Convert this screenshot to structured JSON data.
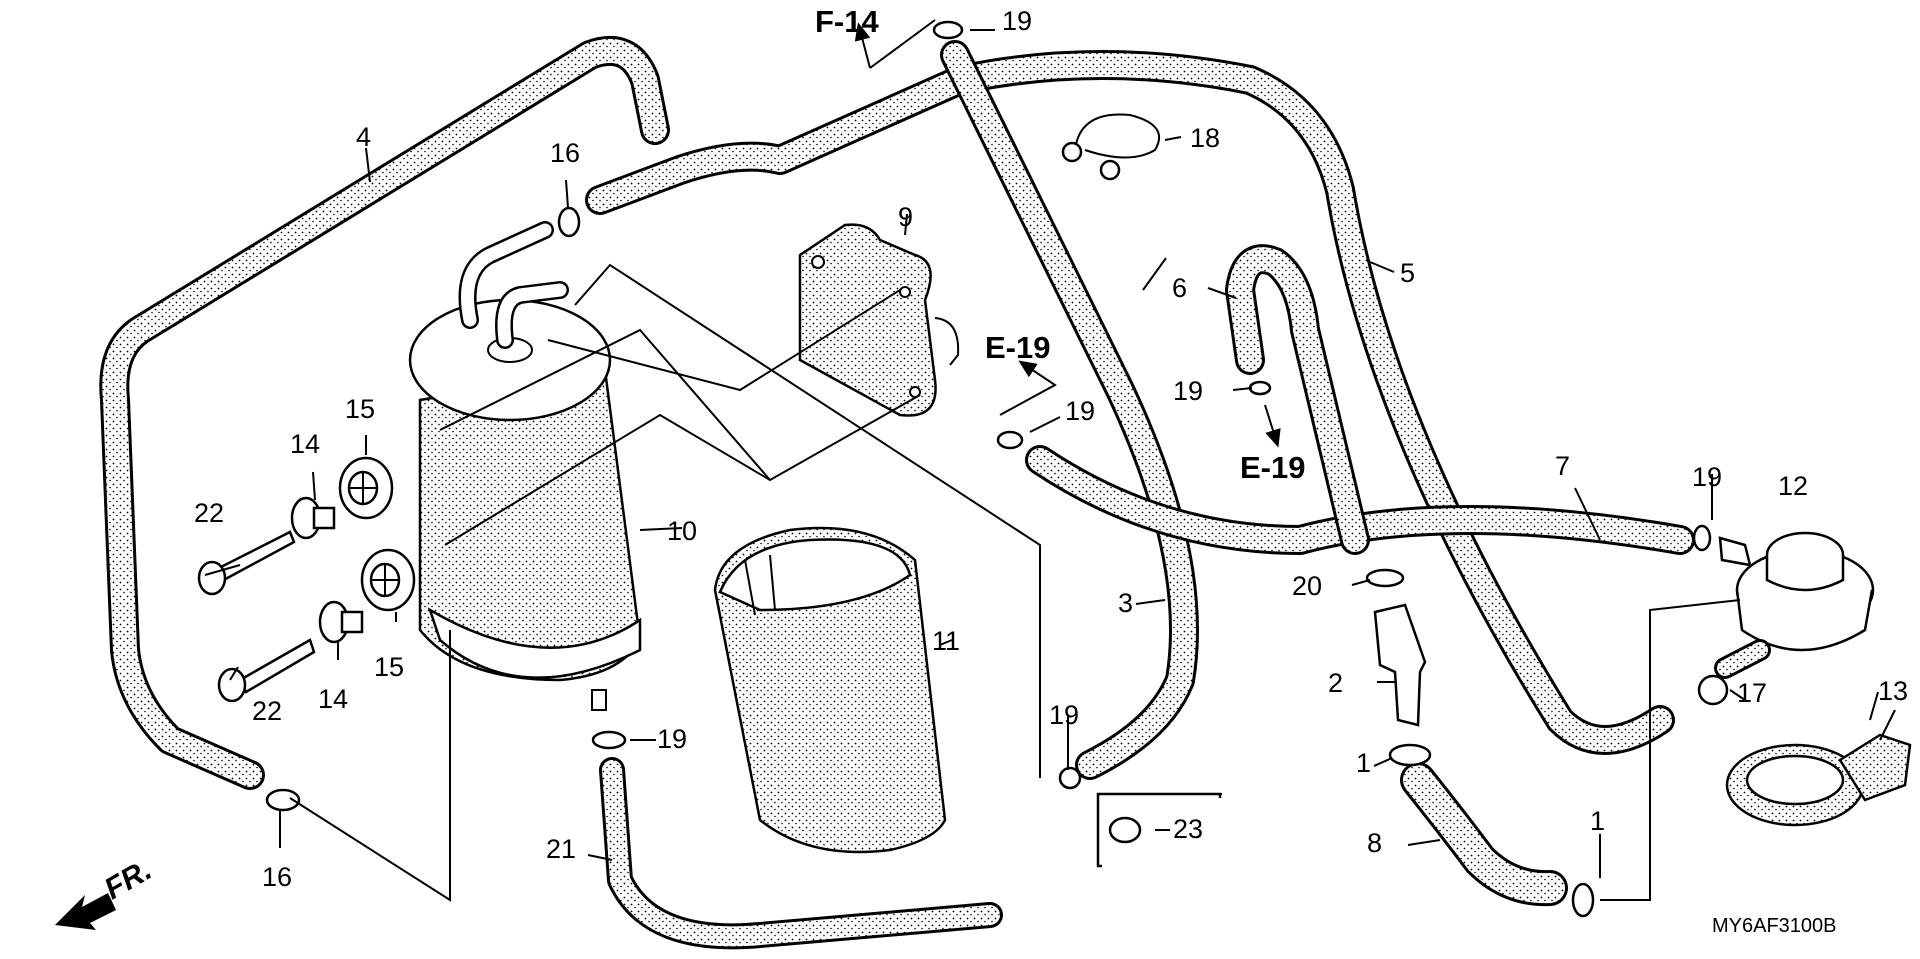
{
  "diagram": {
    "part_numbers": {
      "n1a": "1",
      "n1b": "1",
      "n2": "2",
      "n3": "3",
      "n4": "4",
      "n5": "5",
      "n6": "6",
      "n7": "7",
      "n8": "8",
      "n9": "9",
      "n10": "10",
      "n11": "11",
      "n12": "12",
      "n13": "13",
      "n14a": "14",
      "n14b": "14",
      "n15a": "15",
      "n15b": "15",
      "n16a": "16",
      "n16b": "16",
      "n17": "17",
      "n18": "18",
      "n19a": "19",
      "n19b": "19",
      "n19c": "19",
      "n19d": "19",
      "n19e": "19",
      "n19f": "19",
      "n20": "20",
      "n21": "21",
      "n22a": "22",
      "n22b": "22",
      "n23": "23"
    },
    "references": {
      "f14": "F-14",
      "e19a": "E-19",
      "e19b": "E-19"
    },
    "front_indicator": "FR.",
    "diagram_code": "MY6AF3100B"
  }
}
